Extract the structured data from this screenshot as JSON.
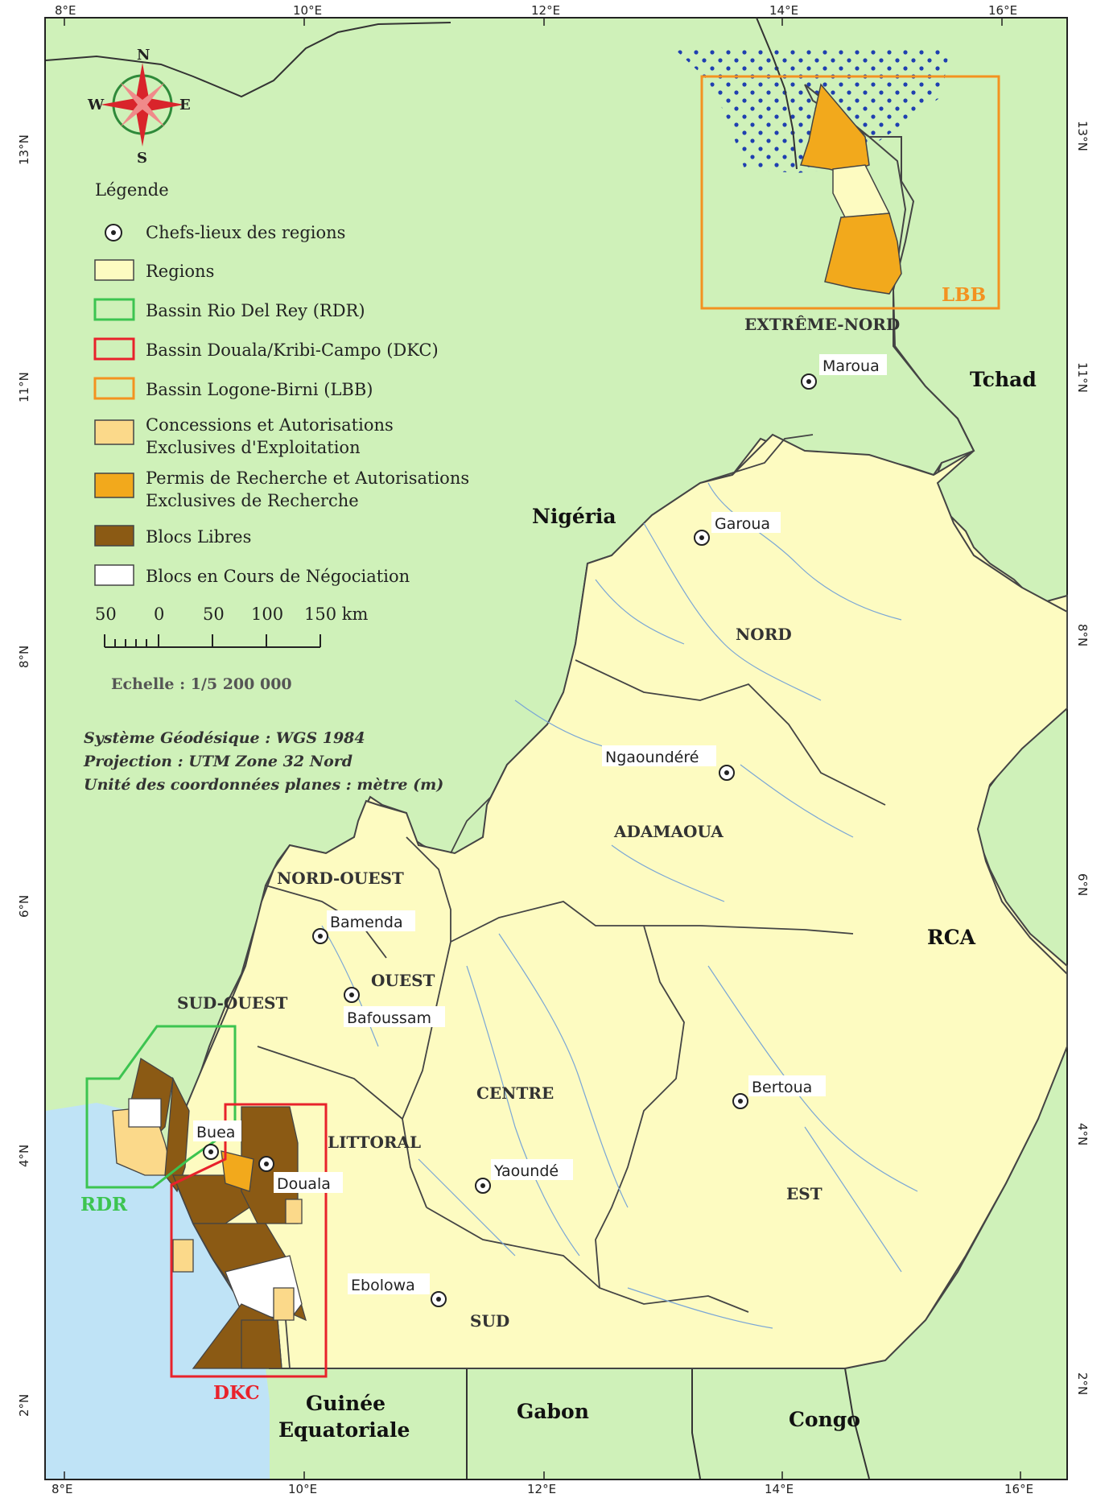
{
  "lon_ticks": [
    "8°E",
    "10°E",
    "12°E",
    "14°E",
    "16°E"
  ],
  "lat_ticks": [
    "13°N",
    "11°N",
    "8°N",
    "6°N",
    "4°N",
    "2°N"
  ],
  "compass": {
    "n": "N",
    "s": "S",
    "e": "E",
    "w": "W"
  },
  "legend": {
    "title": "Légende",
    "items": [
      {
        "label": "Chefs-lieux des regions"
      },
      {
        "label": "Regions",
        "color": "#fdfbc1"
      },
      {
        "label": "Bassin Rio Del Rey (RDR)",
        "color": "#3cc450"
      },
      {
        "label": "Bassin Douala/Kribi-Campo (DKC)",
        "color": "#e8222b"
      },
      {
        "label": "Bassin Logone-Birni (LBB)",
        "color": "#f39220"
      },
      {
        "label": "Concessions et Autorisations",
        "label2": "Exclusives d'Exploitation",
        "color": "#fbd98a"
      },
      {
        "label": "Permis de Recherche et Autorisations",
        "label2": "Exclusives de Recherche",
        "color": "#f2a91c"
      },
      {
        "label": "Blocs Libres",
        "color": "#8b5a14"
      },
      {
        "label": "Blocs en Cours de Négociation",
        "color": "#ffffff"
      }
    ]
  },
  "scale": {
    "ticks": [
      "50",
      "0",
      "50",
      "100",
      "150 km"
    ],
    "label": "Echelle : 1/5 200 000"
  },
  "info": [
    "Système Géodésique :  WGS 1984",
    "Projection :  UTM Zone 32 Nord",
    "Unité des coordonnées planes : mètre (m)"
  ],
  "regions": [
    "EXTRÊME-NORD",
    "NORD",
    "ADAMAOUA",
    "NORD-OUEST",
    "OUEST",
    "SUD-OUEST",
    "LITTORAL",
    "CENTRE",
    "EST",
    "SUD"
  ],
  "cities": [
    "Maroua",
    "Garoua",
    "Ngaoundéré",
    "Bamenda",
    "Bafoussam",
    "Buea",
    "Douala",
    "Yaoundé",
    "Bertoua",
    "Ebolowa"
  ],
  "countries": [
    "Tchad",
    "Nigéria",
    "RCA",
    "Guinée",
    "Equatoriale",
    "Gabon",
    "Congo"
  ],
  "basins": {
    "lbb": "LBB",
    "rdr": "RDR",
    "dkc": "DKC"
  }
}
